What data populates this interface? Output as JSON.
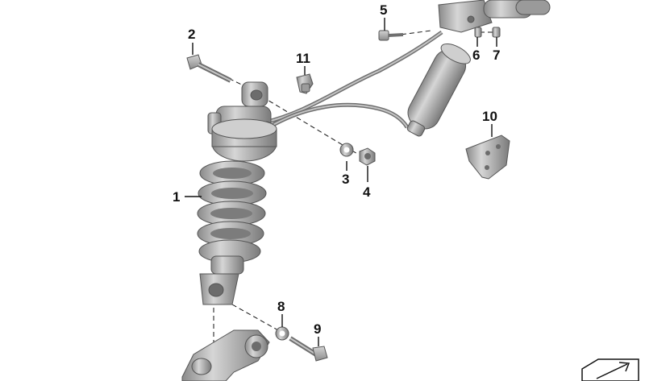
{
  "callouts": {
    "c1": "1",
    "c2": "2",
    "c3": "3",
    "c4": "4",
    "c5": "5",
    "c6": "6",
    "c7": "7",
    "c8": "8",
    "c9": "9",
    "c10": "10",
    "c11": "11"
  },
  "colors": {
    "part_fill": "#a8a8a8",
    "part_dark": "#7e7e7e",
    "part_light": "#d2d2d2",
    "callout_text": "#111111"
  },
  "icons": {
    "view_toggle": "arrow-box-icon"
  }
}
